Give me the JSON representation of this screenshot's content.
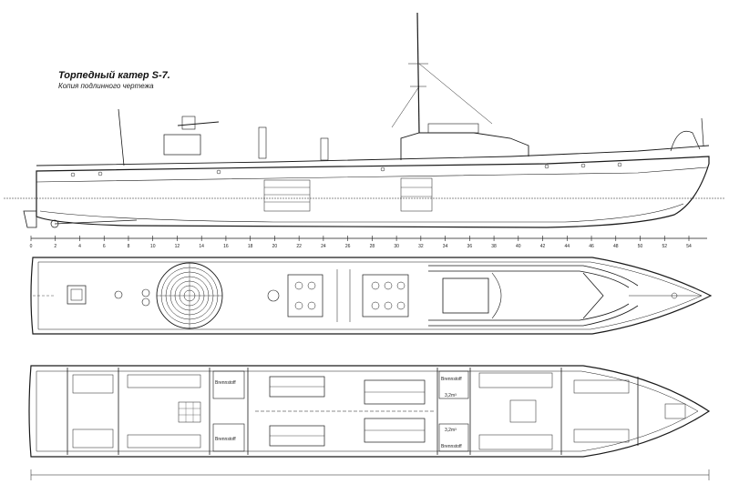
{
  "header": {
    "title": "Торпедный катер S-7.",
    "subtitle": "Копия подлинного чертежа"
  },
  "frame_scale": {
    "labels": [
      "0",
      "2",
      "4",
      "6",
      "8",
      "10",
      "12",
      "14",
      "16",
      "18",
      "20",
      "22",
      "24",
      "26",
      "28",
      "30",
      "32",
      "34",
      "36",
      "38",
      "40",
      "42",
      "44",
      "46",
      "48",
      "50",
      "52",
      "54"
    ]
  },
  "deck_plan": {
    "compartment_labels": [
      "Brennstoff",
      "Brennstoff",
      "Brennstoff",
      "Brennstoff",
      "3,2m³",
      "3,2m³"
    ]
  },
  "colors": {
    "ink": "#1a1a1a",
    "paper": "#ffffff"
  }
}
